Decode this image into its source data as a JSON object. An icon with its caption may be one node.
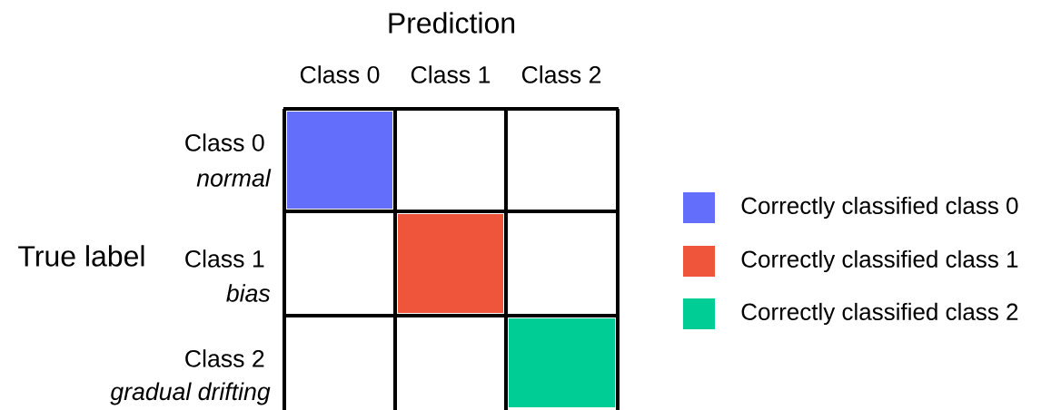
{
  "diagram": {
    "labels": [
      "Prediction",
      "Class 0",
      "Class 1",
      "Class 2",
      "Class 0",
      "normal",
      "Class 1",
      "bias",
      "Class 2",
      "gradual drifting",
      "True label"
    ],
    "legend": [
      {
        "text": "Correctly classified class 0",
        "color": "#636efa"
      },
      {
        "text": "Correctly classified class 1",
        "color": "#ef553b"
      },
      {
        "text": "Correctly classified class 2",
        "color": "#00cc96"
      }
    ]
  }
}
